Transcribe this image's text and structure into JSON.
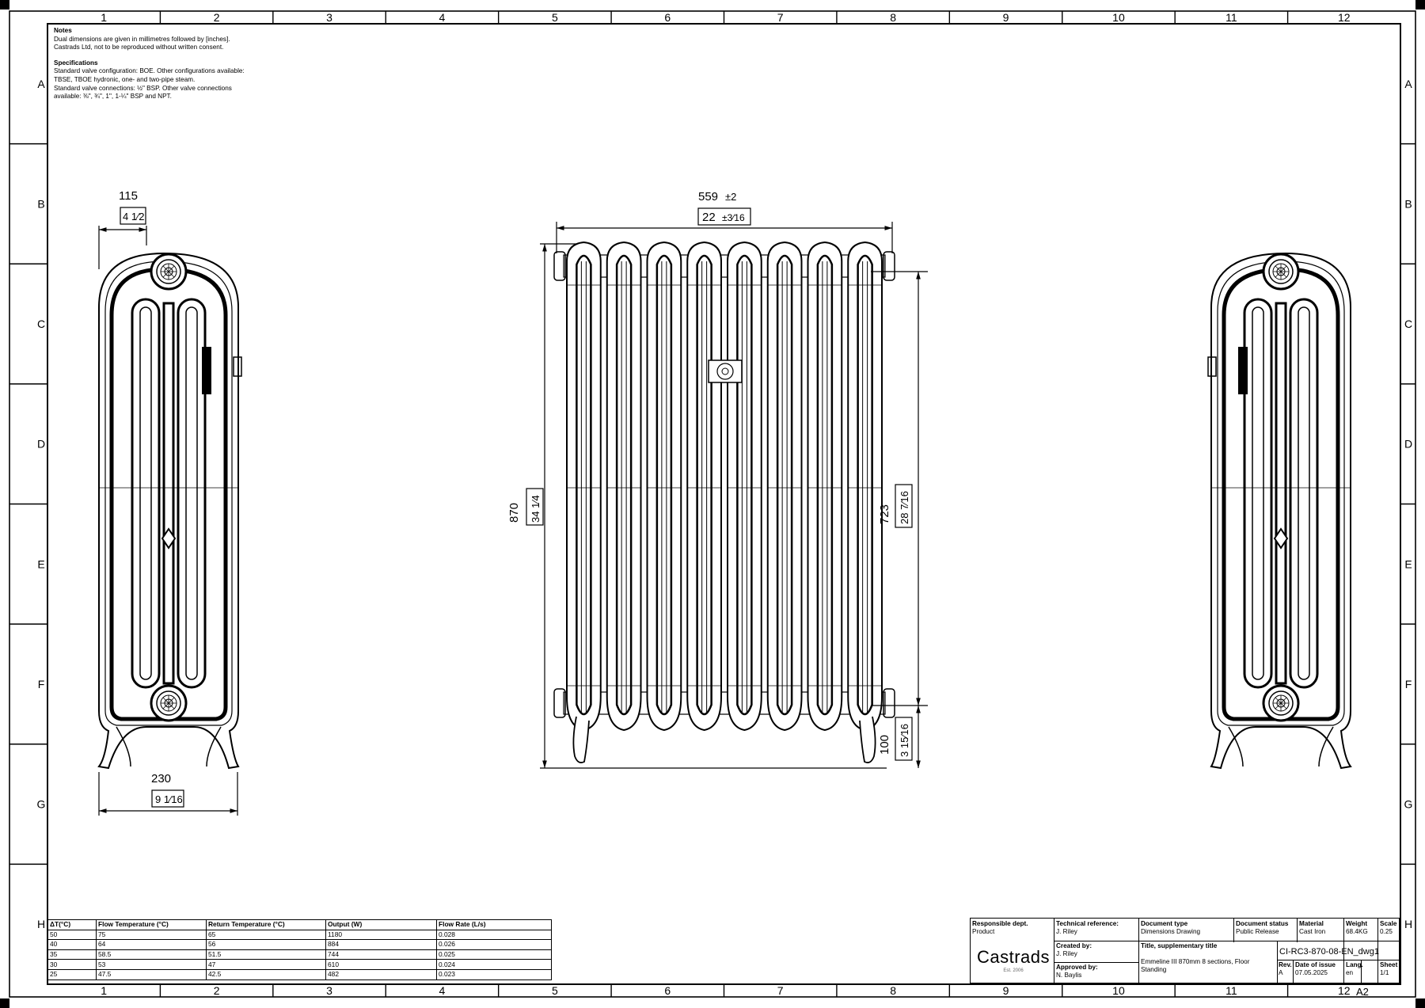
{
  "border": {
    "columns": [
      "1",
      "2",
      "3",
      "4",
      "5",
      "6",
      "7",
      "8",
      "9",
      "10",
      "11",
      "12"
    ],
    "rows": [
      "A",
      "B",
      "C",
      "D",
      "E",
      "F",
      "G",
      "H"
    ]
  },
  "notes": {
    "heading": "Notes",
    "lines": [
      "Dual dimensions are given in millimetres followed by [inches].",
      "Castrads Ltd, not to be reproduced without written consent."
    ],
    "spec_heading": "Specifications",
    "spec_lines": [
      "Standard valve configuration: BOE. Other configurations available:",
      "TBSE, TBOE hydronic, one- and two-pipe steam.",
      "Standard valve connections: ½\" BSP. Other valve connections",
      "available: ⅜\", ¾\", 1\", 1-¼\" BSP and NPT."
    ]
  },
  "dimensions": {
    "side_width_mm": "115",
    "side_width_in": "4 1⁄2",
    "depth_mm": "230",
    "depth_in": "9 1⁄16",
    "length_mm": "559",
    "length_tol_mm": "±2",
    "length_in": "22",
    "length_tol_in": "±3⁄16",
    "height_mm": "870",
    "height_in": "34 1⁄4",
    "centres_mm": "723",
    "centres_in": "28 7⁄16",
    "floor_mm": "100",
    "floor_in": "3 15⁄16"
  },
  "performance_table": {
    "headers": [
      "ΔT(°C)",
      "Flow Temperature (°C)",
      "Return Temperature (°C)",
      "Output (W)",
      "Flow Rate (L/s)"
    ],
    "rows": [
      [
        "50",
        "75",
        "65",
        "1180",
        "0.028"
      ],
      [
        "40",
        "64",
        "56",
        "884",
        "0.026"
      ],
      [
        "35",
        "58.5",
        "51.5",
        "744",
        "0.025"
      ],
      [
        "30",
        "53",
        "47",
        "610",
        "0.024"
      ],
      [
        "25",
        "47.5",
        "42.5",
        "482",
        "0.023"
      ]
    ]
  },
  "title_block": {
    "responsible_dept_label": "Responsible dept.",
    "responsible_dept": "Product",
    "technical_reference_label": "Technical reference:",
    "technical_reference": "J. Riley",
    "document_type_label": "Document type",
    "document_type": "Dimensions Drawing",
    "document_status_label": "Document status",
    "document_status": "Public Release",
    "material_label": "Material",
    "material": "Cast Iron",
    "weight_label": "Weight",
    "weight": "68.4KG",
    "scale_label": "Scale",
    "scale": "0.25",
    "logo_name": "Castrads",
    "logo_est": "Est. 2006",
    "created_by_label": "Created by:",
    "created_by": "J. Riley",
    "approved_by_label": "Approved by:",
    "approved_by": "N. Baylis",
    "title_label": "Title, supplementary title",
    "title": "Emmeline III 870mm 8 sections, Floor Standing",
    "doc_number": "CI-RC3-870-08-EN_dwg1",
    "rev_label": "Rev.",
    "rev": "A",
    "date_label": "Date of issue",
    "date": "07.05.2025",
    "lang_label": "Lang.",
    "lang": "en",
    "sheet_label": "Sheet",
    "sheet": "1/1",
    "paper_size": "A2"
  }
}
